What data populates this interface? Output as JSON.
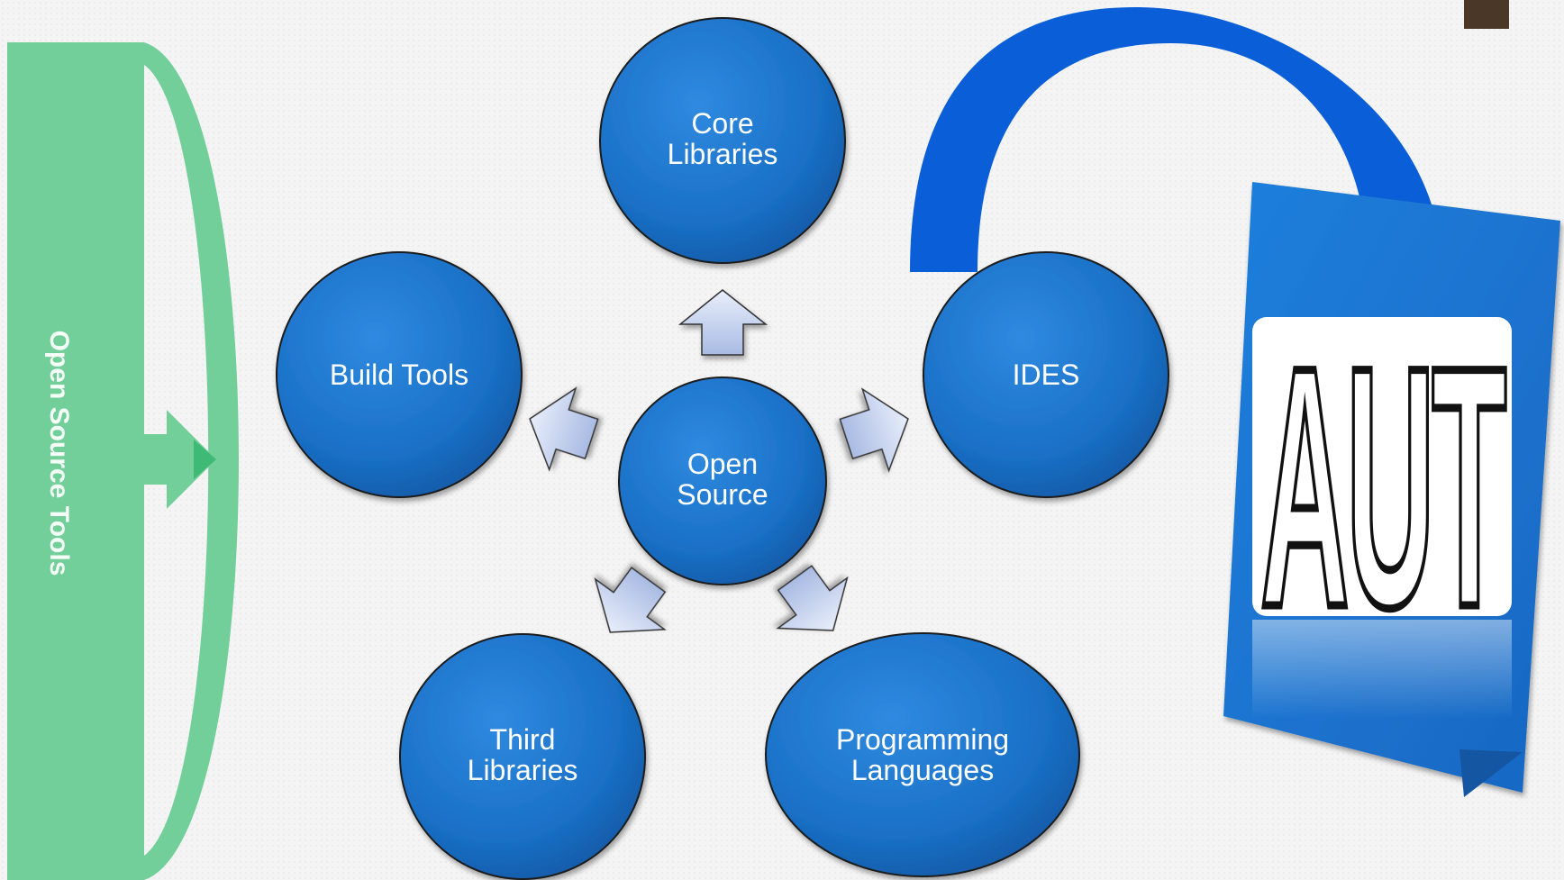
{
  "side_bar": {
    "label": "Open Source Tools",
    "color": "#73cf9a"
  },
  "center": {
    "line1": "Open",
    "line2": "Source"
  },
  "nodes": {
    "core": {
      "line1": "Core",
      "line2": "Libraries"
    },
    "build": {
      "line1": "Build Tools"
    },
    "ides": {
      "line1": "IDES"
    },
    "third": {
      "line1": "Third",
      "line2": "Libraries"
    },
    "programming": {
      "line1": "Programming",
      "line2": "Languages"
    }
  },
  "aut_card": {
    "text": "AUT"
  },
  "colors": {
    "circle": "#1b74c9",
    "arrow": "#bccbea",
    "arc": "#0a5fd8",
    "card": "#1f7bd6"
  }
}
